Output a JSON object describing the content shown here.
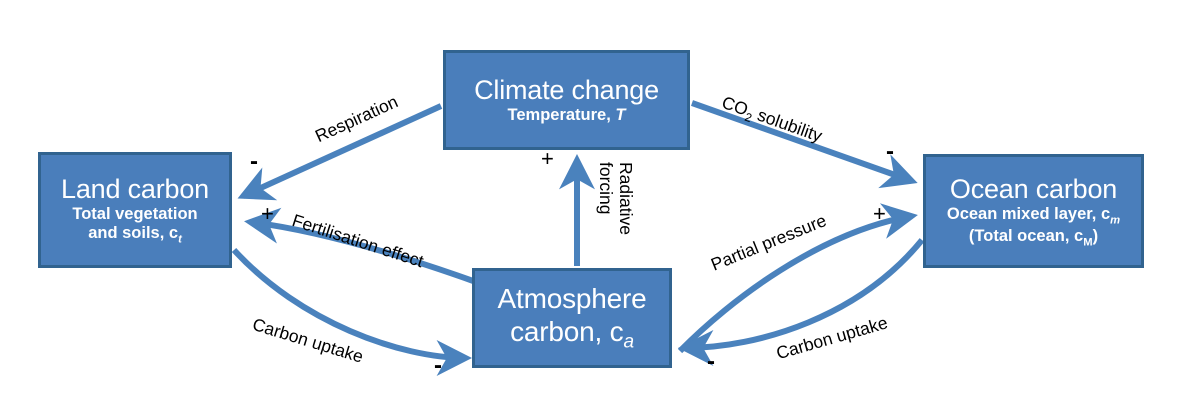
{
  "diagram": {
    "title": "Global carbon cycle feedback diagram",
    "background_color": "#ffffff",
    "box_fill_color": "#4a7ebb",
    "box_border_color": "#31638f",
    "box_text_color": "#ffffff",
    "arrow_color": "#4a82bd",
    "label_text_color": "#000000"
  },
  "nodes": [
    {
      "id": "land-carbon",
      "title": "Land carbon",
      "sub1": "Total vegetation",
      "sub2": "and soils, c",
      "sub2_sub": "t"
    },
    {
      "id": "climate-change",
      "title": "Climate change",
      "sub1": "Temperature, ",
      "sub1_var": "T"
    },
    {
      "id": "ocean-carbon",
      "title": "Ocean carbon",
      "sub1": "Ocean mixed layer, c",
      "sub1_sub": "m",
      "sub2_open": "(Total ocean, c",
      "sub2_sub": "M",
      "sub2_close": ")"
    },
    {
      "id": "atmosphere-carbon",
      "title_line1": "Atmosphere",
      "title_line2": "carbon, c",
      "title_sub": "a"
    }
  ],
  "edges": [
    {
      "id": "respiration",
      "label": "Respiration",
      "from": "climate-change",
      "to": "land-carbon",
      "sign": "-"
    },
    {
      "id": "co2-solubility",
      "label_pre": "CO",
      "label_sub": "2",
      "label_post": " solubility",
      "from": "climate-change",
      "to": "ocean-carbon",
      "sign": "-"
    },
    {
      "id": "radiative-forcing",
      "label_line1": "Radiative",
      "label_line2": "forcing",
      "from": "atmosphere-carbon",
      "to": "climate-change",
      "sign": "+"
    },
    {
      "id": "fertilisation-effect",
      "label": "Fertilisation effect",
      "from": "atmosphere-carbon",
      "to": "land-carbon",
      "sign": "+"
    },
    {
      "id": "carbon-uptake-land",
      "label": "Carbon uptake",
      "from": "land-carbon",
      "to": "atmosphere-carbon",
      "sign": "-"
    },
    {
      "id": "partial-pressure",
      "label": "Partial pressure",
      "from": "atmosphere-carbon",
      "to": "ocean-carbon",
      "sign": "+"
    },
    {
      "id": "carbon-uptake-ocean",
      "label": "Carbon uptake",
      "from": "ocean-carbon",
      "to": "atmosphere-carbon",
      "sign": "-"
    }
  ]
}
